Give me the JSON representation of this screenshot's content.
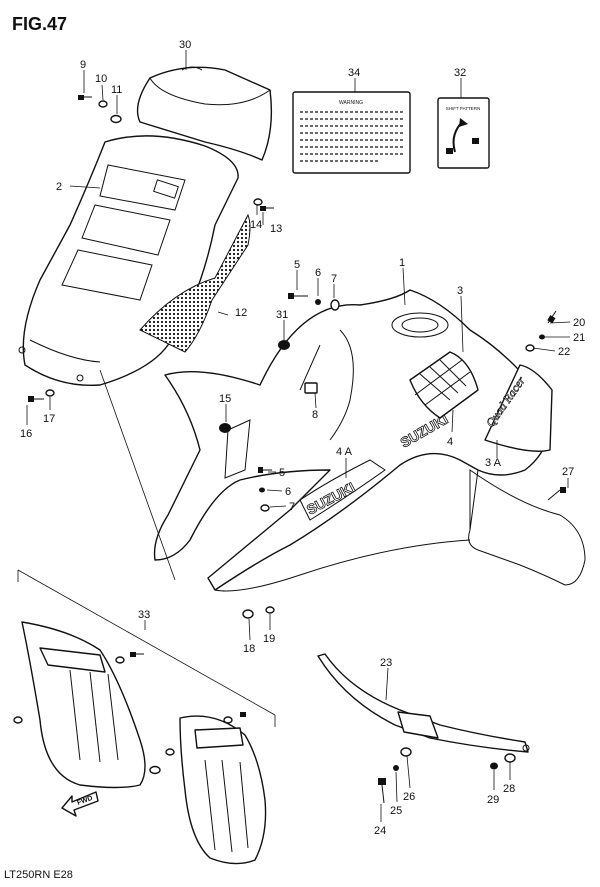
{
  "header": {
    "figure": "FIG.47"
  },
  "footer": {
    "model_code": "LT250RN  E28"
  },
  "fwd_arrow_label": "FWD",
  "brand_text": "SUZUKI",
  "decal_text": "Quad Racer",
  "label_34_header": "WARNING",
  "label_32_header": "SHIFT PATTERN",
  "callouts": {
    "c1": "1",
    "c2": "2",
    "c3": "3",
    "c3a": "3 A",
    "c4": "4",
    "c4a": "4 A",
    "c5a": "5",
    "c5b": "5",
    "c6a": "6",
    "c6b": "6",
    "c7a": "7",
    "c7b": "7",
    "c8": "8",
    "c9": "9",
    "c10": "10",
    "c11": "11",
    "c12": "12",
    "c13": "13",
    "c14": "14",
    "c15": "15",
    "c16": "16",
    "c17": "17",
    "c18": "18",
    "c19": "19",
    "c20": "20",
    "c21": "21",
    "c22": "22",
    "c23": "23",
    "c24": "24",
    "c25": "25",
    "c26": "26",
    "c27": "27",
    "c28": "28",
    "c29": "29",
    "c30": "30",
    "c31": "31",
    "c32": "32",
    "c33": "33",
    "c34": "34"
  }
}
